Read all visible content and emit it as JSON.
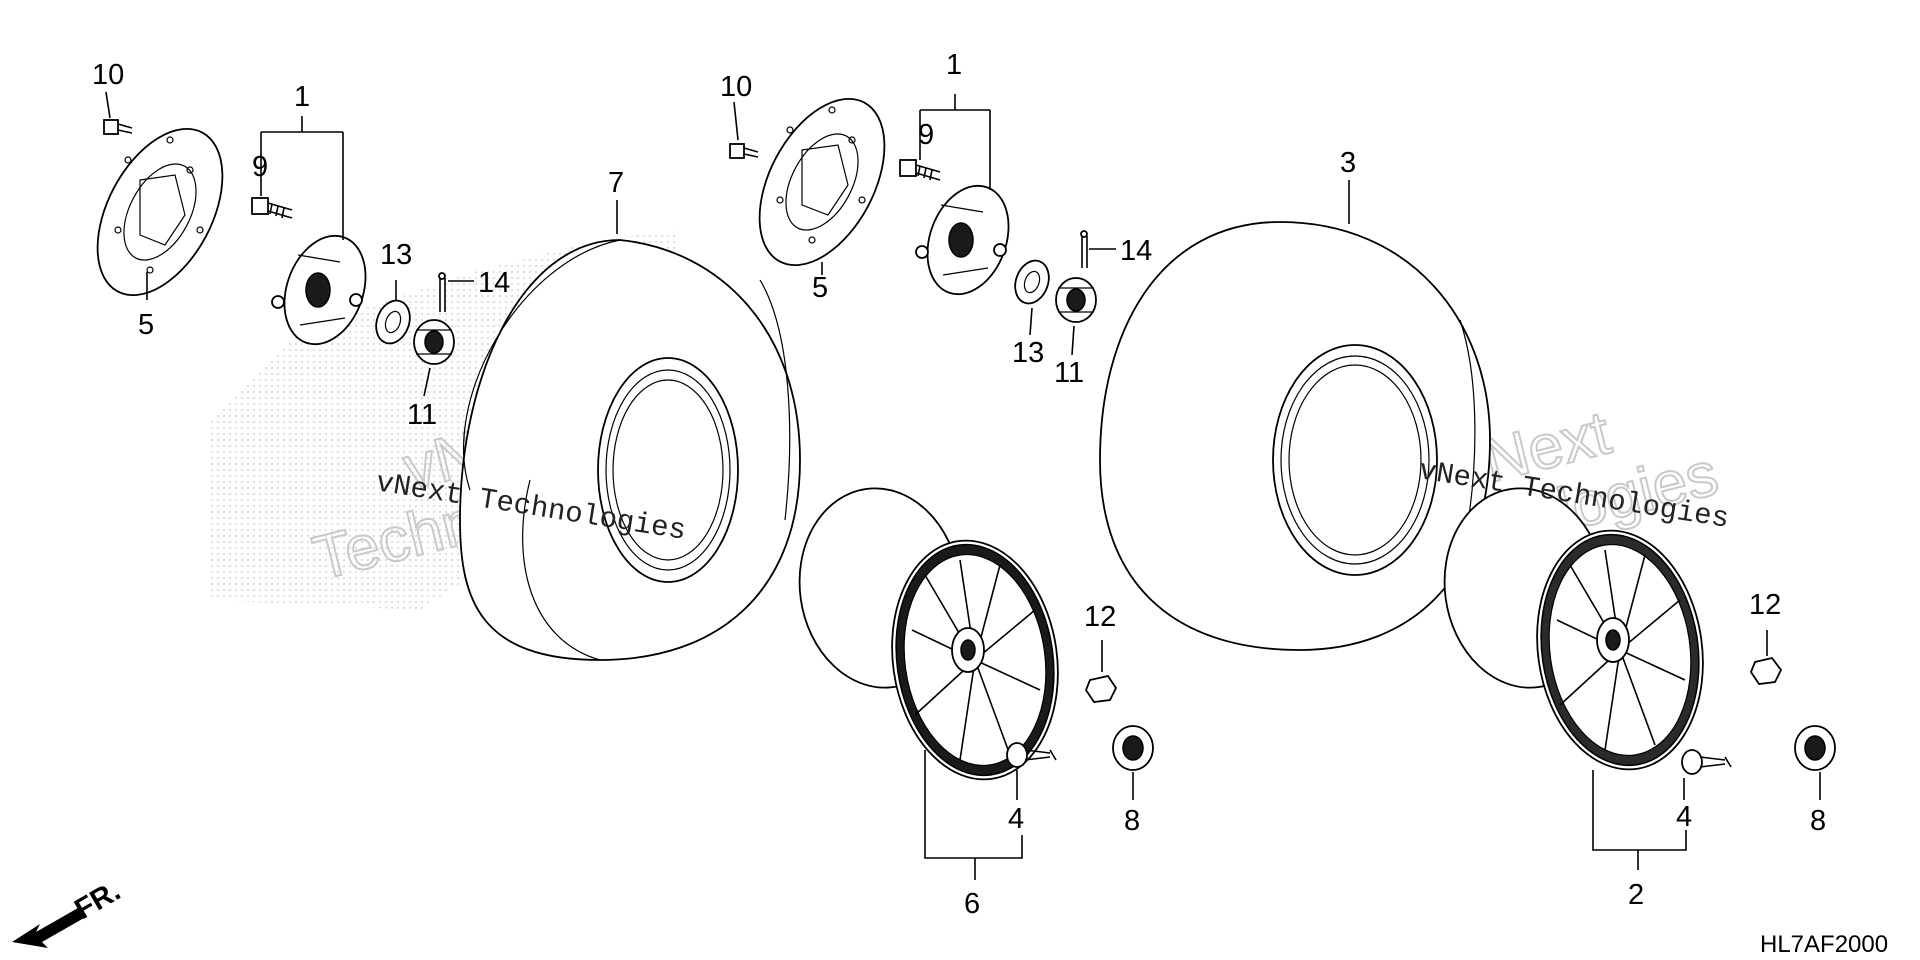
{
  "diagram": {
    "drawing_code": "HL7AF2000",
    "direction_label": "FR.",
    "watermark": {
      "mono_line": "vNext Technologies",
      "outline_word_1": "vNext",
      "outline_word_2": "Technologies"
    },
    "callouts": {
      "front_disc_bolt": "10",
      "front_hub": "1",
      "front_hub_bolt": "9",
      "front_disc": "5",
      "front_washer": "13",
      "front_pin": "14",
      "front_nut": "11",
      "front_tire": "7",
      "rear_disc_bolt": "10",
      "rear_hub": "1",
      "rear_hub_bolt": "9",
      "rear_disc": "5",
      "rear_pin": "14",
      "rear_washer": "13",
      "rear_nut": "11",
      "rear_tire": "3",
      "front_wheel_nut_small": "12",
      "front_valve": "4",
      "front_wheel_nut": "8",
      "front_wheel": "6",
      "rear_wheel_nut_small": "12",
      "rear_valve": "4",
      "rear_wheel_nut": "8",
      "rear_wheel": "2"
    }
  }
}
